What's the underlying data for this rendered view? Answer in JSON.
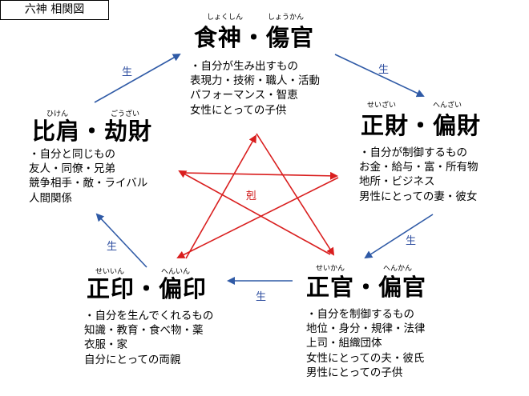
{
  "header": {
    "legend": "六神 相関図"
  },
  "colors": {
    "generate": "#2f5aa6",
    "overcome": "#d91e1e",
    "text": "#000000"
  },
  "nodes": [
    {
      "id": "shokushin",
      "furigana_left": "しょくしん",
      "furigana_right": "しょうかん",
      "title": "食神・傷官",
      "lines": [
        "・自分が生み出すもの",
        "表現力・技術・職人・活動",
        "パフォーマンス・智恵",
        "女性にとっての子供"
      ]
    },
    {
      "id": "seizai",
      "furigana_left": "せいざい",
      "furigana_right": "へんざい",
      "title": "正財・偏財",
      "lines": [
        "・自分が制御するもの",
        "お金・給与・富・所有物",
        "地所・ビジネス",
        "男性にとっての妻・彼女"
      ]
    },
    {
      "id": "seikan",
      "furigana_left": "せいかん",
      "furigana_right": "へんかん",
      "title": "正官・偏官",
      "lines": [
        "・自分を制御するもの",
        "地位・身分・規律・法律",
        "上司・組織団体",
        "女性にとっての夫・彼氏",
        "男性にとっての子供"
      ]
    },
    {
      "id": "seiin",
      "furigana_left": "せいいん",
      "furigana_right": "へんいん",
      "title": "正印・偏印",
      "lines": [
        "・自分を生んでくれるもの",
        "知識・教育・食べ物・薬",
        "衣服・家",
        "自分にとっての両親"
      ]
    },
    {
      "id": "hiken",
      "furigana_left": "ひけん",
      "furigana_right": "ごうざい",
      "title": "比肩・劫財",
      "lines": [
        "・自分と同じもの",
        "友人・同僚・兄弟",
        "競争相手・敵・ライバル",
        "人間関係"
      ]
    }
  ],
  "edges": {
    "generate_label": "生",
    "overcome_label": "剋"
  }
}
